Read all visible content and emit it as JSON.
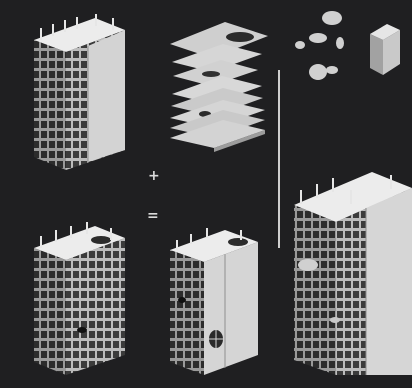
{
  "diagram": {
    "operators": {
      "plus": "+",
      "equals": "="
    },
    "background_color": "#1f1f21",
    "colors": {
      "face_front": "#d7d7d7",
      "face_side": "#a9a9a9",
      "face_top": "#ececec",
      "shadow": "#2a2a2a"
    },
    "panels": [
      {
        "id": "base-tower",
        "description_label": ""
      },
      {
        "id": "floor-plate-stack",
        "description_label": ""
      },
      {
        "id": "stone-fragments",
        "description_label": ""
      },
      {
        "id": "void-block",
        "description_label": ""
      },
      {
        "id": "tower-with-voids-skeleton",
        "description_label": ""
      },
      {
        "id": "tower-with-voids",
        "description_label": ""
      },
      {
        "id": "tower-closeup",
        "description_label": ""
      }
    ]
  }
}
